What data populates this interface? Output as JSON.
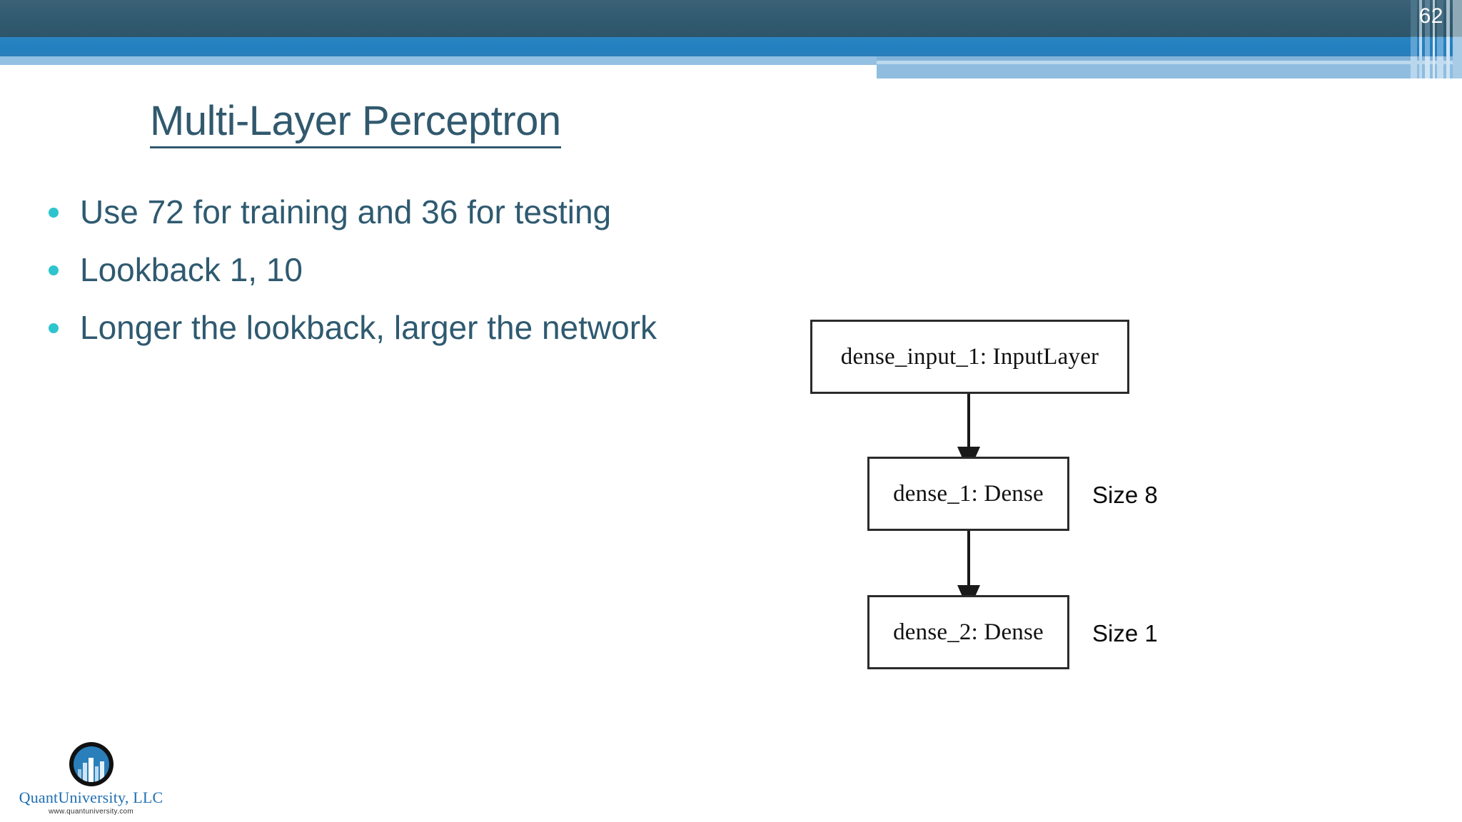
{
  "slide": {
    "number": "62",
    "title": "Multi-Layer Perceptron"
  },
  "colors": {
    "band_dark": "#325a70",
    "band_mid": "#2380c0",
    "band_light": "#93c0e2",
    "title_text": "#31596e",
    "bullet_text": "#2f5a70",
    "bullet_dot": "#2ec4cd",
    "diagram_stroke": "#2b2b2b",
    "logo_blue": "#1f6fb2"
  },
  "bullets": [
    {
      "text": "Use 72 for training and 36 for testing"
    },
    {
      "text": "Lookback 1, 10"
    },
    {
      "text": "Longer the lookback, larger the network"
    }
  ],
  "diagram": {
    "nodes": [
      {
        "id": "input",
        "label": "dense_input_1: InputLayer",
        "size_label": ""
      },
      {
        "id": "dense1",
        "label": "dense_1: Dense",
        "size_label": "Size 8"
      },
      {
        "id": "dense2",
        "label": "dense_2: Dense",
        "size_label": "Size 1"
      }
    ],
    "edges": [
      {
        "from": "input",
        "to": "dense1"
      },
      {
        "from": "dense1",
        "to": "dense2"
      }
    ],
    "size_labels": [
      {
        "text": "Size 8"
      },
      {
        "text": "Size 1"
      }
    ]
  },
  "footer": {
    "logo_name": "QuantUniversity, LLC",
    "logo_url": "www.quantuniversity.com",
    "logo_icon": "building-circle-logo"
  }
}
